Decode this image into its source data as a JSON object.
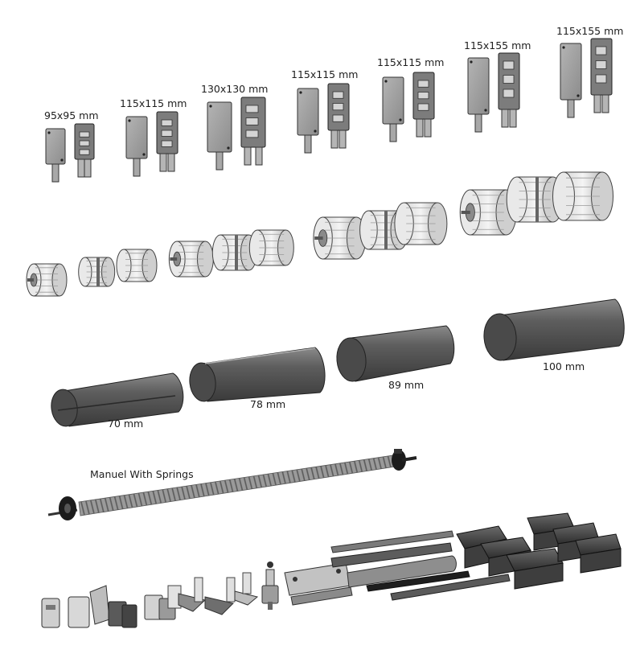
{
  "bracket_labels": [
    "95x95 mm",
    "115x115 mm",
    "130x130 mm",
    "115x115 mm",
    "115x115 mm",
    "115x155 mm",
    "115x155 mm"
  ],
  "tube_labels": [
    "70 mm",
    "78 mm",
    "89 mm",
    "100 mm"
  ],
  "axle_label": "Manuel With Springs"
}
